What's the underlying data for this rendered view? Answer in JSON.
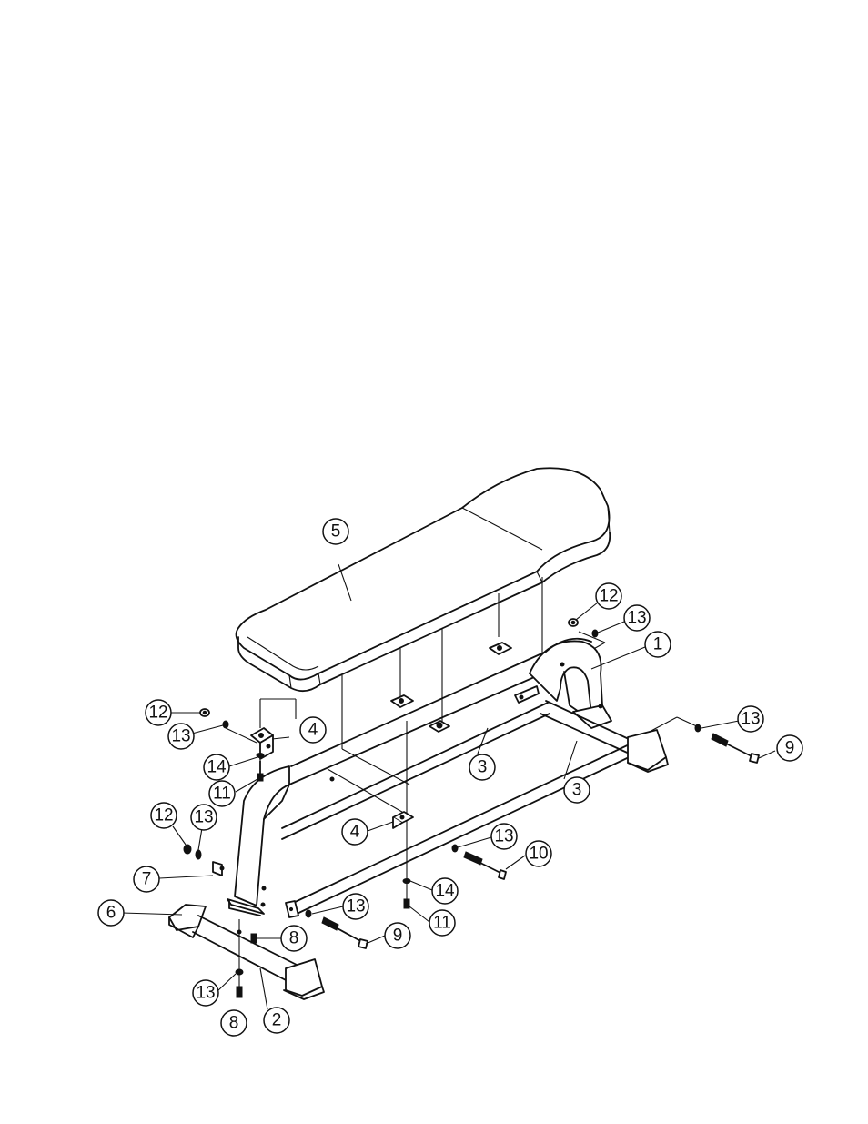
{
  "diagram": {
    "callouts": [
      {
        "label": "5"
      },
      {
        "label": "12"
      },
      {
        "label": "13"
      },
      {
        "label": "1"
      },
      {
        "label": "12"
      },
      {
        "label": "13"
      },
      {
        "label": "4"
      },
      {
        "label": "13"
      },
      {
        "label": "9"
      },
      {
        "label": "3"
      },
      {
        "label": "14"
      },
      {
        "label": "11"
      },
      {
        "label": "3"
      },
      {
        "label": "12"
      },
      {
        "label": "13"
      },
      {
        "label": "4"
      },
      {
        "label": "13"
      },
      {
        "label": "10"
      },
      {
        "label": "7"
      },
      {
        "label": "14"
      },
      {
        "label": "6"
      },
      {
        "label": "13"
      },
      {
        "label": "11"
      },
      {
        "label": "8"
      },
      {
        "label": "9"
      },
      {
        "label": "13"
      },
      {
        "label": "2"
      },
      {
        "label": "8"
      }
    ]
  },
  "colors": {
    "ink": "#111111",
    "paper": "#ffffff"
  }
}
